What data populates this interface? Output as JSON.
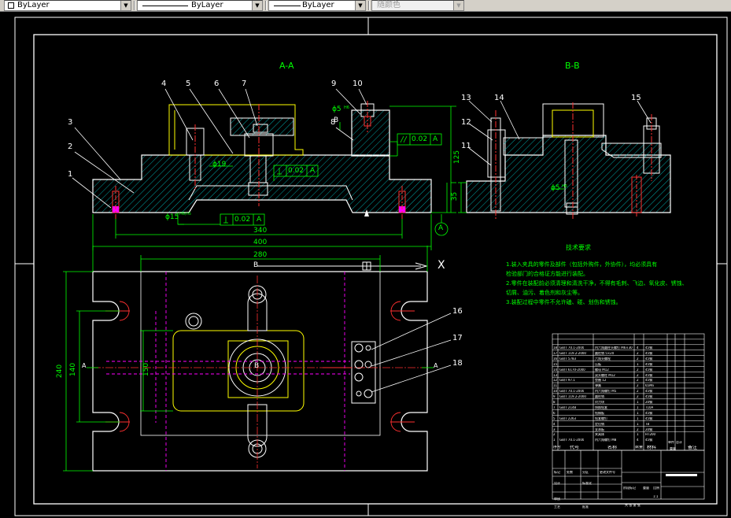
{
  "toolbar": {
    "color_value": "ByLayer",
    "linetype_value": "ByLayer",
    "lineweight_value": "ByLayer",
    "plotstyle_value": "随颜色"
  },
  "views": {
    "section_aa": "A-A",
    "section_bb": "B-B"
  },
  "callouts": {
    "aa": [
      "1",
      "2",
      "3",
      "4",
      "5",
      "6",
      "7",
      "8",
      "9",
      "10"
    ],
    "bb": [
      "11",
      "12",
      "13",
      "14",
      "15"
    ],
    "plan": [
      "16",
      "17",
      "18"
    ]
  },
  "dimensions": {
    "d340": "340",
    "d400": "400",
    "d280": "280",
    "d240": "240",
    "d140": "140",
    "d150": "150",
    "d125": "125",
    "d35": "35",
    "phi15_bottom": "ϕ15",
    "phi15_bottom_fit": "H6/n5",
    "phi19_mid": "ϕ19",
    "phi5_top": "ϕ5",
    "phi5_top_fit": "H6",
    "phi5_bb": "ϕ5",
    "phi5_bb_fit": "H6",
    "tol_perp_1": "0.02",
    "tol_perp_1_datum": "A",
    "tol_perp_2": "0.02",
    "tol_perp_2_datum": "A",
    "tol_par": "0.02",
    "tol_par_datum": "A",
    "datum_letter": "A",
    "section_letter_b_top": "B",
    "section_letter_b_plan": "B",
    "section_letter_b_center": "B",
    "section_letter_a_left": "A",
    "section_letter_a_right": "A",
    "axis_x": "X"
  },
  "notes": {
    "title": "技术要求",
    "lines": [
      "1.装入夹具的零件及部件（包括外购件，外协件），均必须具有",
      "检验部门的合格证方能进行装配。",
      "2.零件在装配前必须清理和清洗干净，不得有毛刺、飞边、氧化皮、锈蚀、",
      "切屑、油污、着色剂和灰尘等。",
      "3.装配过程中零件不允许磕、碰、划伤和锈蚀。"
    ]
  },
  "bom": {
    "rows": [
      {
        "no": "18",
        "code": "GB/T 70.1-2000",
        "name": "内六角圆柱头螺钉 M6×30",
        "qty": "4",
        "mat": "45钢"
      },
      {
        "no": "17",
        "code": "GB/T 119.2-2000",
        "name": "圆柱销 5×20",
        "qty": "2",
        "mat": "45钢"
      },
      {
        "no": "16",
        "code": "GB/T 5783",
        "name": "六角头螺栓",
        "qty": "2",
        "mat": "45钢"
      },
      {
        "no": "15",
        "code": "",
        "name": "压板",
        "qty": "1",
        "mat": "45钢"
      },
      {
        "no": "14",
        "code": "GB/T 6170-2000",
        "name": "螺母 M12",
        "qty": "2",
        "mat": "45钢"
      },
      {
        "no": "13",
        "code": "",
        "name": "双头螺柱 M12",
        "qty": "2",
        "mat": "45钢"
      },
      {
        "no": "12",
        "code": "GB/T 97.1",
        "name": "垫圈 12",
        "qty": "2",
        "mat": "45钢"
      },
      {
        "no": "11",
        "code": "",
        "name": "弹簧",
        "qty": "2",
        "mat": "65Mn"
      },
      {
        "no": "10",
        "code": "GB/T 70.1-2000",
        "name": "内六角螺钉 M5",
        "qty": "2",
        "mat": "45钢"
      },
      {
        "no": "9",
        "code": "GB/T 119.2-2000",
        "name": "圆柱销",
        "qty": "2",
        "mat": "45钢"
      },
      {
        "no": "8",
        "code": "",
        "name": "对刀块",
        "qty": "1",
        "mat": "20钢"
      },
      {
        "no": "7",
        "code": "GB/T 2148",
        "name": "快换钻套",
        "qty": "1",
        "mat": "T10A"
      },
      {
        "no": "6",
        "code": "",
        "name": "钻模板",
        "qty": "1",
        "mat": "45钢"
      },
      {
        "no": "5",
        "code": "GB/T 2263",
        "name": "钻套螺钉",
        "qty": "1",
        "mat": "45钢"
      },
      {
        "no": "4",
        "code": "",
        "name": "定位销",
        "qty": "1",
        "mat": "T8"
      },
      {
        "no": "3",
        "code": "",
        "name": "支承板",
        "qty": "2",
        "mat": "20钢"
      },
      {
        "no": "2",
        "code": "",
        "name": "夹具体",
        "qty": "1",
        "mat": "HT200"
      },
      {
        "no": "1",
        "code": "GB/T 70.1-2000",
        "name": "内六角螺钉 M8",
        "qty": "4",
        "mat": "45钢"
      }
    ],
    "header": {
      "no": "序号",
      "code": "代号",
      "name": "名称",
      "qty": "数量",
      "mat": "材料",
      "single": "单件",
      "total": "总计",
      "weight": "重量",
      "remark": "备注"
    },
    "title_block": {
      "marks": "标记",
      "count": "处数",
      "zone": "分区",
      "change_doc": "更改文件号",
      "signature": "签名",
      "date": "年月日",
      "design": "设计",
      "standard": "标准化",
      "stage_mark": "阶段标记",
      "weight": "重量",
      "scale": "比例",
      "scale_value": "1:1",
      "review": "审核",
      "process": "工艺",
      "approve": "批准",
      "sheet": "共 张 第 张"
    }
  },
  "colors": {
    "background": "#000000",
    "object": "#ffffff",
    "dimension": "#00ff00",
    "hatch": "#00ffff",
    "center": "#ff0000",
    "hidden": "#ffff00",
    "phantom": "#ff00ff"
  }
}
